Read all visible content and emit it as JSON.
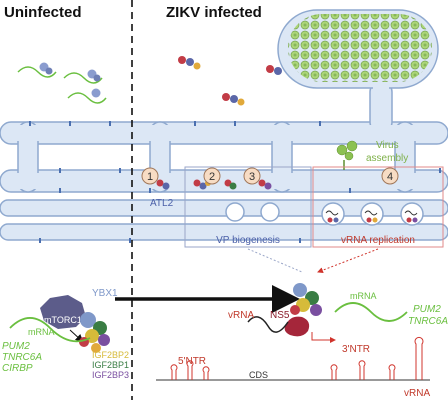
{
  "headers": {
    "left": "Uninfected",
    "right": "ZIKV infected"
  },
  "labels": {
    "virus_assembly_1": "Virus",
    "virus_assembly_2": "assembly",
    "atl2": "ATL2",
    "vp_biogenesis": "VP biogenesis",
    "vrna_replication": "vRNA replication",
    "mtorc1": "mTORC1",
    "ybx1": "YBX1",
    "mrna_left": "mRNA",
    "mrna_right": "mRNA",
    "igf2bp2": "IGF2BP2",
    "igf2bp1": "IGF2BP1",
    "igf2bp3": "IGF2BP3",
    "vrna_mid": "vRNA",
    "ns5": "NS5",
    "five_ntr": "5'NTR",
    "three_ntr": "3'NTR",
    "cds": "CDS",
    "vrna_bottom": "vRNA"
  },
  "genes_left": [
    "PUM2",
    "TNRC6A",
    "CIRBP"
  ],
  "genes_right": [
    "PUM2",
    "TNRC6A"
  ],
  "steps": [
    "1",
    "2",
    "3",
    "4"
  ],
  "colors": {
    "er_fill": "#dce7f5",
    "er_stroke": "#8fa9cf",
    "virus_green": "#8cc152",
    "viral_red": "#d0342c",
    "mrna_green": "#6abf3f",
    "step_fill": "#f7dcc4",
    "step_stroke": "#a0775a",
    "vp_box": "#9aa6c8",
    "vrna_box": "#e08a8a",
    "igf2bp2": "#d6bb3a",
    "igf2bp1": "#3a7d44",
    "igf2bp3": "#7a4fa0",
    "ybx1": "#7f98c9",
    "vp_label": "#4a5fa8"
  }
}
